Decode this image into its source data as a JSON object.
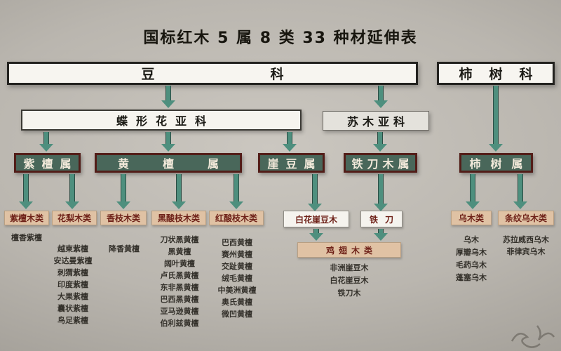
{
  "title": "国标红木 5 属 8 类 33 种材延伸表",
  "tree": {
    "family_legume": "豆科",
    "family_persimmon": "柿树科",
    "subfamily_papilionoideae": "蝶形花亚科",
    "subfamily_caesalpinioideae": "苏木亚科",
    "genus_pterocarpus": "紫檀属",
    "genus_dalbergia": "黄檀属",
    "genus_millettia": "崖豆属",
    "genus_senna": "铁刀木属",
    "genus_diospyros": "柿树属",
    "node_millettia_leucantha": "白花崖豆木",
    "node_tiedao": "铁刀"
  },
  "categories": [
    {
      "label": "紫檀木类",
      "species": [
        "檀香紫檀"
      ]
    },
    {
      "label": "花梨木类",
      "species": [
        "越柬紫檀",
        "安达曼紫檀",
        "刺猬紫檀",
        "印度紫檀",
        "大果紫檀",
        "囊状紫檀",
        "鸟足紫檀"
      ]
    },
    {
      "label": "香枝木类",
      "species": [
        "降香黄檀"
      ]
    },
    {
      "label": "黑酸枝木类",
      "species": [
        "刀状黑黄檀",
        "黑黄檀",
        "阔叶黄檀",
        "卢氏黑黄檀",
        "东非黑黄檀",
        "巴西黑黄檀",
        "亚马逊黄檀",
        "伯利兹黄檀"
      ]
    },
    {
      "label": "红酸枝木类",
      "species": [
        "巴西黄檀",
        "赛州黄檀",
        "交趾黄檀",
        "绒毛黄檀",
        "中美洲黄檀",
        "奥氏黄檀",
        "微凹黄檀"
      ]
    },
    {
      "label": "鸡翅木类",
      "species": [
        "非洲崖豆木",
        "白花崖豆木",
        "铁刀木"
      ]
    },
    {
      "label": "乌木类",
      "species": [
        "乌木",
        "厚瓣乌木",
        "毛药乌木",
        "蓬塞乌木"
      ]
    },
    {
      "label": "条纹乌木类",
      "species": [
        "苏拉威西乌木",
        "菲律宾乌木"
      ]
    }
  ],
  "colors": {
    "background": "#b5b1aa",
    "box_white": "#f7f5f0",
    "genus_fill": "#49675a",
    "genus_border": "#521d18",
    "arrow_fill": "#4e8f7e",
    "category_fill": "#e0c2a4",
    "category_text": "#6e2118"
  }
}
